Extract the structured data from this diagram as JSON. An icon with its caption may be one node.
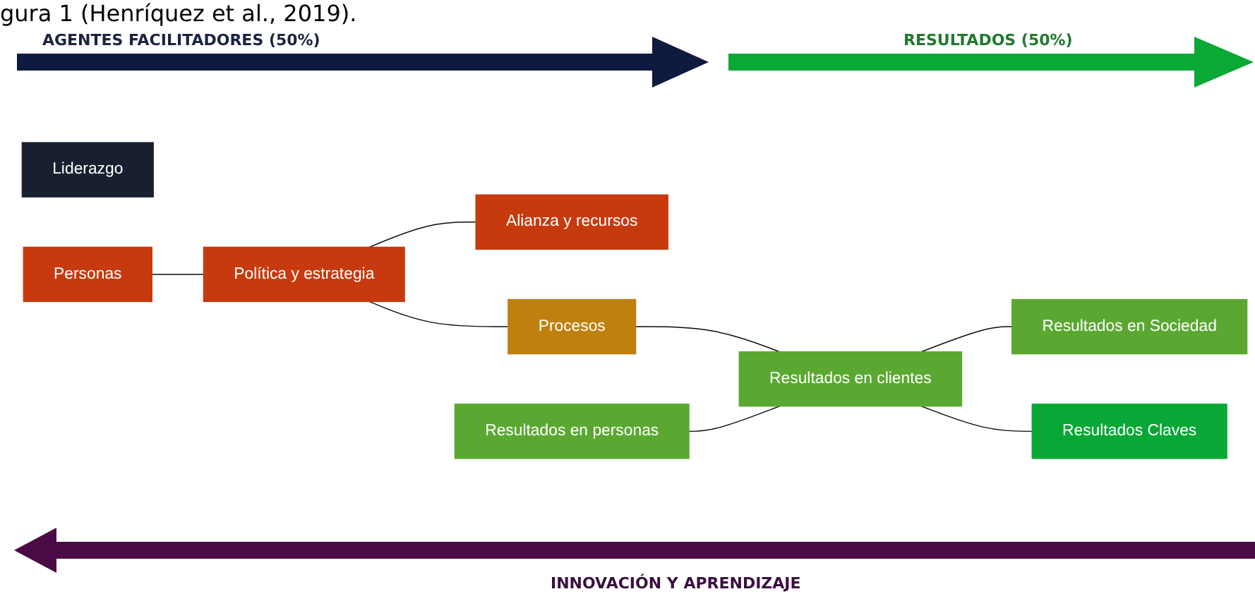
{
  "diagram": {
    "caption": "gura 1 (Henríquez et al., 2019).",
    "nodes": [
      {
        "text": [
          "Liderazgo"
        ]
      },
      {
        "text": [
          "Personas"
        ]
      },
      {
        "text": [
          "Política y estrategia"
        ]
      },
      {
        "text": [
          "Alianza y recursos"
        ]
      },
      {
        "text": [
          "Procesos"
        ]
      },
      {
        "text": [
          "Resultados en personas"
        ]
      },
      {
        "text": [
          "Resultados en clientes"
        ]
      },
      {
        "text": [
          "Resultados en Sociedad"
        ]
      },
      {
        "text": [
          "Resultados Claves"
        ]
      }
    ],
    "edges": [
      {
        "from": 1,
        "to": 2,
        "arrow": "none"
      },
      {
        "from": 2,
        "to": 3,
        "arrow": "none"
      },
      {
        "from": 2,
        "to": 4,
        "arrow": "none"
      },
      {
        "from": 4,
        "to": 6,
        "arrow": "none"
      },
      {
        "from": 5,
        "to": 6,
        "arrow": "none"
      },
      {
        "from": 6,
        "to": 7,
        "arrow": "none"
      },
      {
        "from": 6,
        "to": 8,
        "arrow": "none"
      }
    ],
    "labels": [
      "AGENTES FACILITADORES (50%)",
      "RESULTADOS (50%)",
      "INNOVACIÓN Y APRENDIZAJE"
    ]
  }
}
